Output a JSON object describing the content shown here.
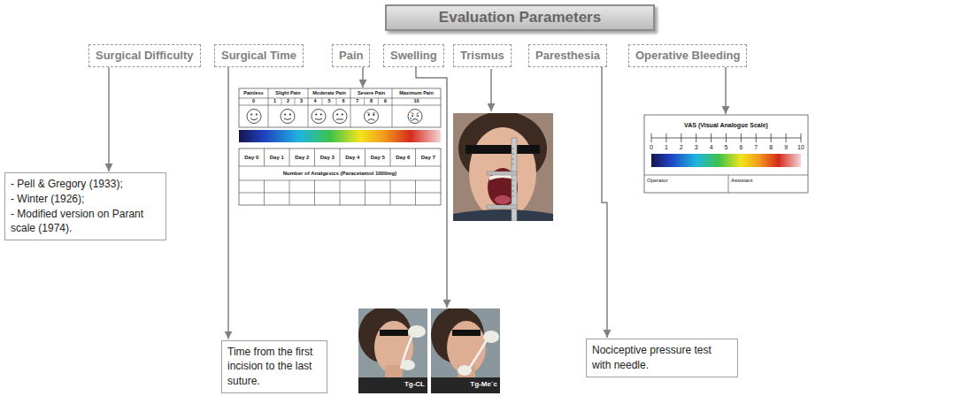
{
  "diagram": {
    "title": "Evaluation Parameters",
    "nodes": [
      {
        "text": [
          "Surgical Difficulty"
        ]
      },
      {
        "text": [
          "Surgical Time"
        ]
      },
      {
        "text": [
          "Pain"
        ]
      },
      {
        "text": [
          "Swelling"
        ]
      },
      {
        "text": [
          "Trismus"
        ]
      },
      {
        "text": [
          "Paresthesia"
        ]
      },
      {
        "text": [
          "Operative Bleeding"
        ]
      },
      {
        "text": [
          "Painless",
          "Slight Pain",
          "Moderate Pain",
          "Severe Pain",
          "Maximum Pain",
          "0",
          "1",
          "2",
          "3",
          "4",
          "5",
          "6",
          "7",
          "8",
          "9",
          "10",
          "Day 0",
          "Day 1",
          "Day 2",
          "Day 3",
          "Day 4",
          "Day 5",
          "Day 6",
          "Day 7",
          "Number of Analgesics (Paracetamol 1000mg)"
        ]
      },
      {
        "text": [
          "VAS (Visual Analogue Scale)",
          "0",
          "1",
          "2",
          "3",
          "4",
          "5",
          "6",
          "7",
          "8",
          "9",
          "10",
          "Operator",
          "Assistant"
        ]
      },
      {
        "text": [
          "- Pell & Gregory (1933);",
          "- Winter (1926);",
          "- Modified version on Parant scale (1974)."
        ]
      },
      {
        "text": [
          "Time from the first incision to the last suture."
        ]
      },
      {
        "text": [
          "Tg-CL",
          "Tg-Me´c"
        ]
      },
      {
        "text": [
          "Nociceptive pressure test with needle."
        ]
      }
    ],
    "edges": [
      {
        "from": 0,
        "to": 9,
        "arrow": "to"
      },
      {
        "from": 1,
        "to": 10,
        "arrow": "to"
      },
      {
        "from": 2,
        "to": 7,
        "arrow": "to"
      },
      {
        "from": 3,
        "to": 11,
        "arrow": "to"
      },
      {
        "from": 5,
        "to": 12,
        "arrow": "to"
      },
      {
        "from": 6,
        "to": 8,
        "arrow": "to"
      }
    ]
  }
}
